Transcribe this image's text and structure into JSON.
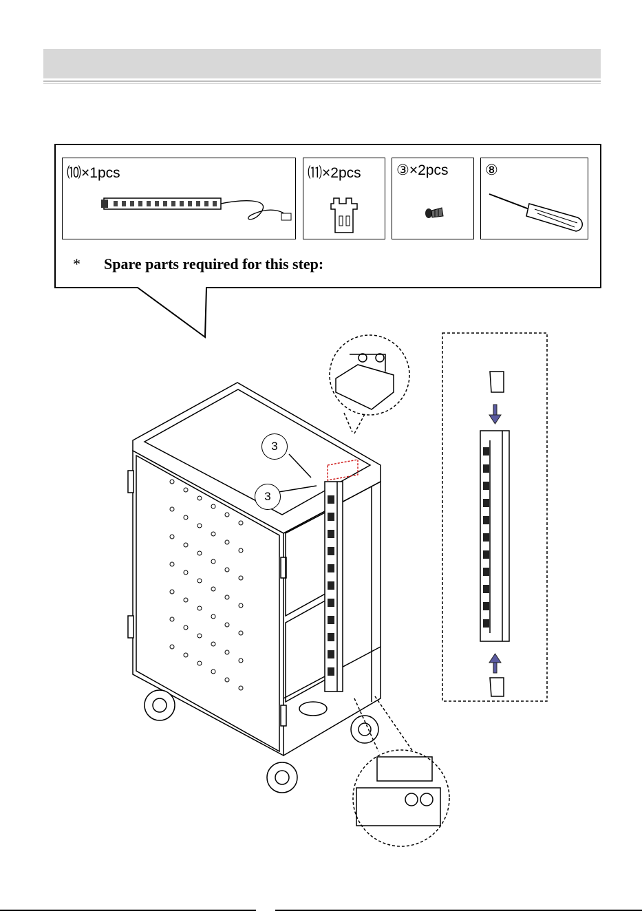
{
  "parts": [
    {
      "label": "⑽×1pcs",
      "icon": "power-strip-icon"
    },
    {
      "label": "⑾×2pcs",
      "icon": "mounting-bracket-icon"
    },
    {
      "label": "③×2pcs",
      "icon": "screw-icon"
    },
    {
      "label": "⑧",
      "icon": "screwdriver-icon"
    }
  ],
  "spare_note": {
    "star": "*",
    "text": "Spare parts required for this step:"
  },
  "callouts": [
    "3",
    "3"
  ],
  "colors": {
    "header_bar": "#d8d8d8",
    "arrow": "#5a5aa0",
    "highlight": "#d02020"
  }
}
